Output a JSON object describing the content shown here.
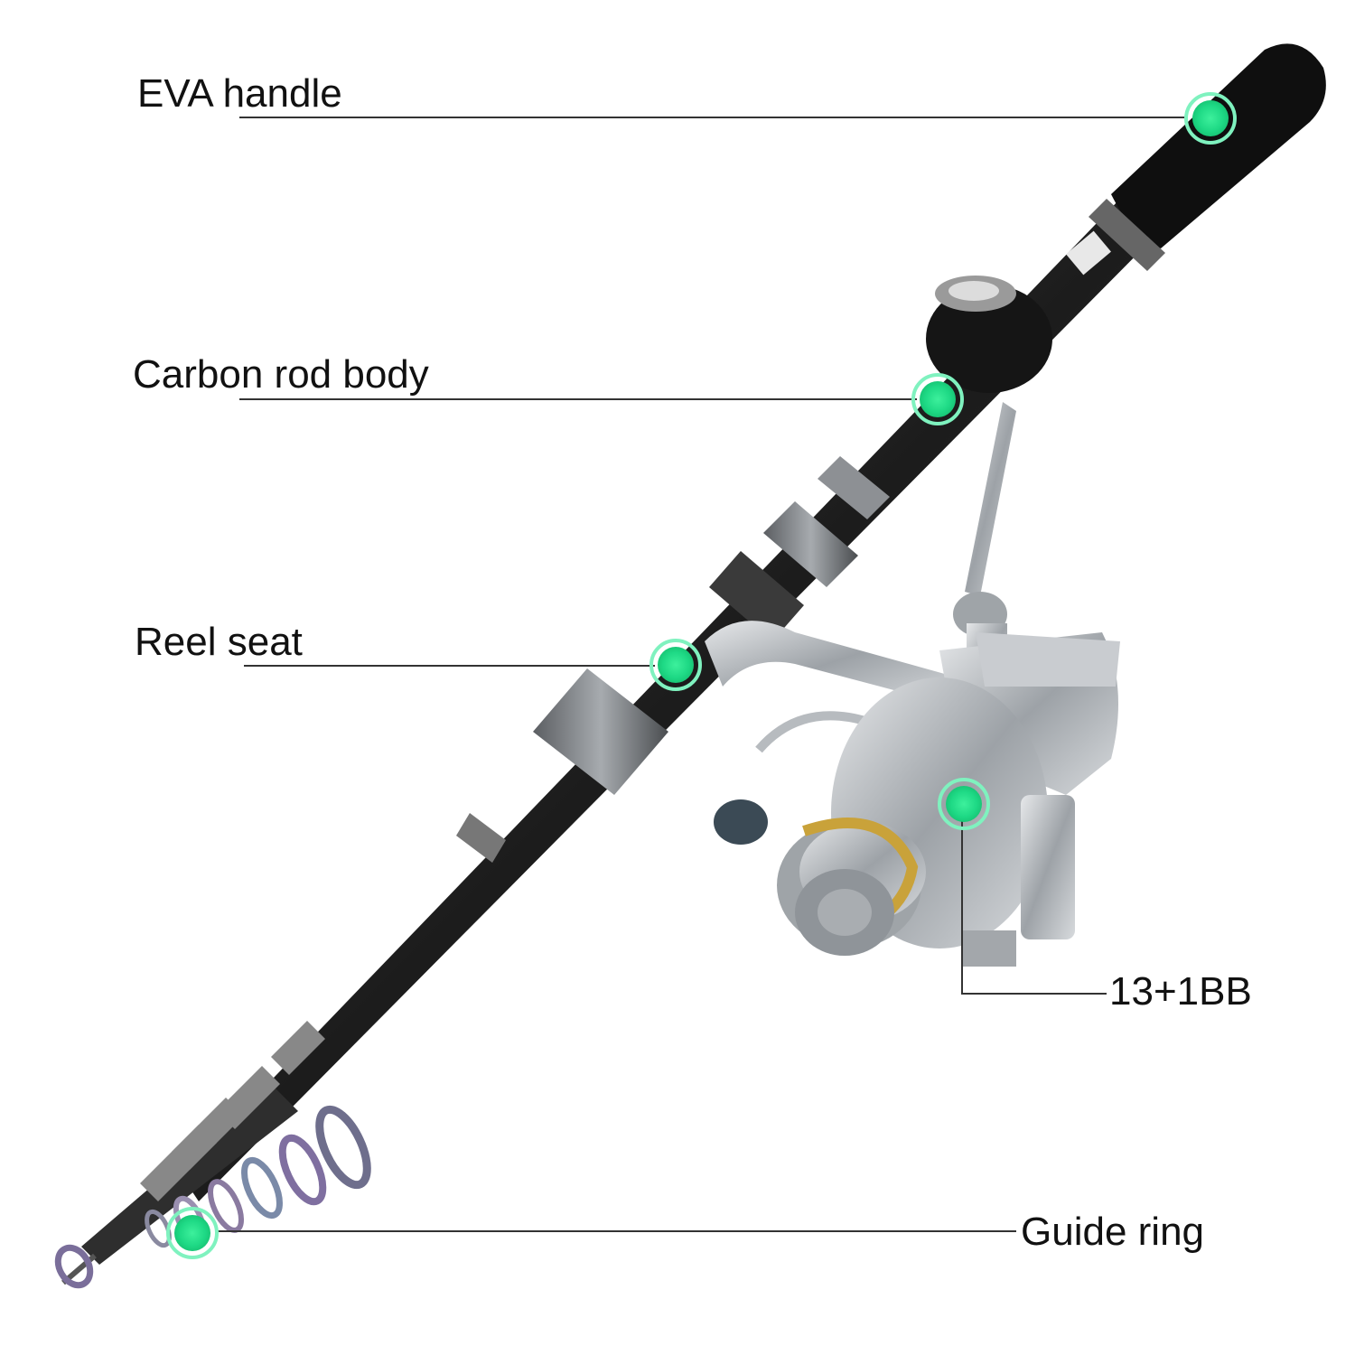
{
  "labels": {
    "eva_handle": "EVA handle",
    "carbon_rod_body": "Carbon rod body",
    "reel_seat": "Reel seat",
    "ball_bearings": "13+1BB",
    "guide_ring": "Guide ring"
  },
  "colors": {
    "marker_fill": "#22e08a",
    "marker_ring": "#7ff2bf",
    "leader_line": "#333333",
    "rod_carbon": "#2a2a2a",
    "handle_eva": "#0d0d0d",
    "reel_silver": "#bfc3c7",
    "spool_gold": "#c9a23a"
  }
}
